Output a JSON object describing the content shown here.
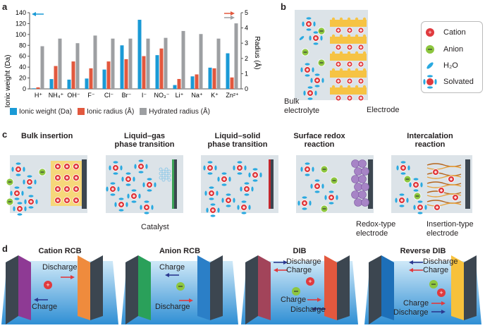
{
  "panels": {
    "a": "a",
    "b": "b",
    "c": "c",
    "d": "d"
  },
  "chart_data": {
    "type": "bar",
    "categories": [
      "H⁺",
      "NH₄⁺",
      "OH⁻",
      "F⁻",
      "Cl⁻",
      "Br⁻",
      "I⁻",
      "NO₃⁻",
      "Li⁺",
      "Na⁺",
      "K⁺",
      "Zn²⁺"
    ],
    "ylabel": "Ionic weight (Da)",
    "y2label": "Radius (Å)",
    "ylim": [
      0,
      140
    ],
    "y2lim": [
      0,
      5
    ],
    "yticks": [
      0,
      20,
      40,
      60,
      80,
      100,
      120,
      140
    ],
    "y2ticks": [
      0,
      1,
      2,
      3,
      4,
      5
    ],
    "series": [
      {
        "name": "Ionic weight (Da)",
        "axis": "left",
        "color": "#1a9ad6",
        "values": [
          1,
          18,
          17,
          19,
          35.5,
          80,
          127,
          62,
          7,
          23,
          39,
          65.4
        ]
      },
      {
        "name": "Ionic radius (Å)",
        "axis": "right",
        "color": "#e2583e",
        "values": [
          0.1,
          1.5,
          1.8,
          1.35,
          1.8,
          1.95,
          2.15,
          2.65,
          0.65,
          0.95,
          1.35,
          0.75
        ]
      },
      {
        "name": "Hydrated radius (Å)",
        "axis": "right",
        "color": "#9d9fa2",
        "values": [
          2.8,
          3.3,
          3.0,
          3.5,
          3.3,
          3.3,
          3.3,
          3.35,
          3.8,
          3.6,
          3.3,
          4.3
        ]
      }
    ]
  },
  "panel_b": {
    "bulk_label_1": "Bulk",
    "bulk_label_2": "electrolyte",
    "electrode_label": "Electrode",
    "legend": {
      "cation": "Cation",
      "anion": "Anion",
      "water": "H₂O",
      "solvated": "Solvated"
    }
  },
  "panel_c": {
    "titles": [
      [
        "Bulk insertion",
        ""
      ],
      [
        "Liquid–gas",
        "phase transition"
      ],
      [
        "Liquid–solid",
        "phase transition"
      ],
      [
        "Surface redox",
        "reaction"
      ],
      [
        "Intercalation",
        "reaction"
      ]
    ],
    "catalyst": "Catalyst",
    "redox_1": "Redox-type",
    "redox_2": "electrode",
    "insert_1": "Insertion-type",
    "insert_2": "electrode"
  },
  "panel_d": {
    "titles": [
      "Cation RCB",
      "Anion RCB",
      "DIB",
      "Reverse DIB"
    ],
    "charge": "Charge",
    "discharge": "Discharge"
  },
  "colors": {
    "cation": "#e03a3e",
    "anion": "#8dc63f",
    "water": "#29a9e0",
    "panel_bg": "#dce3e8",
    "electrode_dark": "#3c4650"
  }
}
